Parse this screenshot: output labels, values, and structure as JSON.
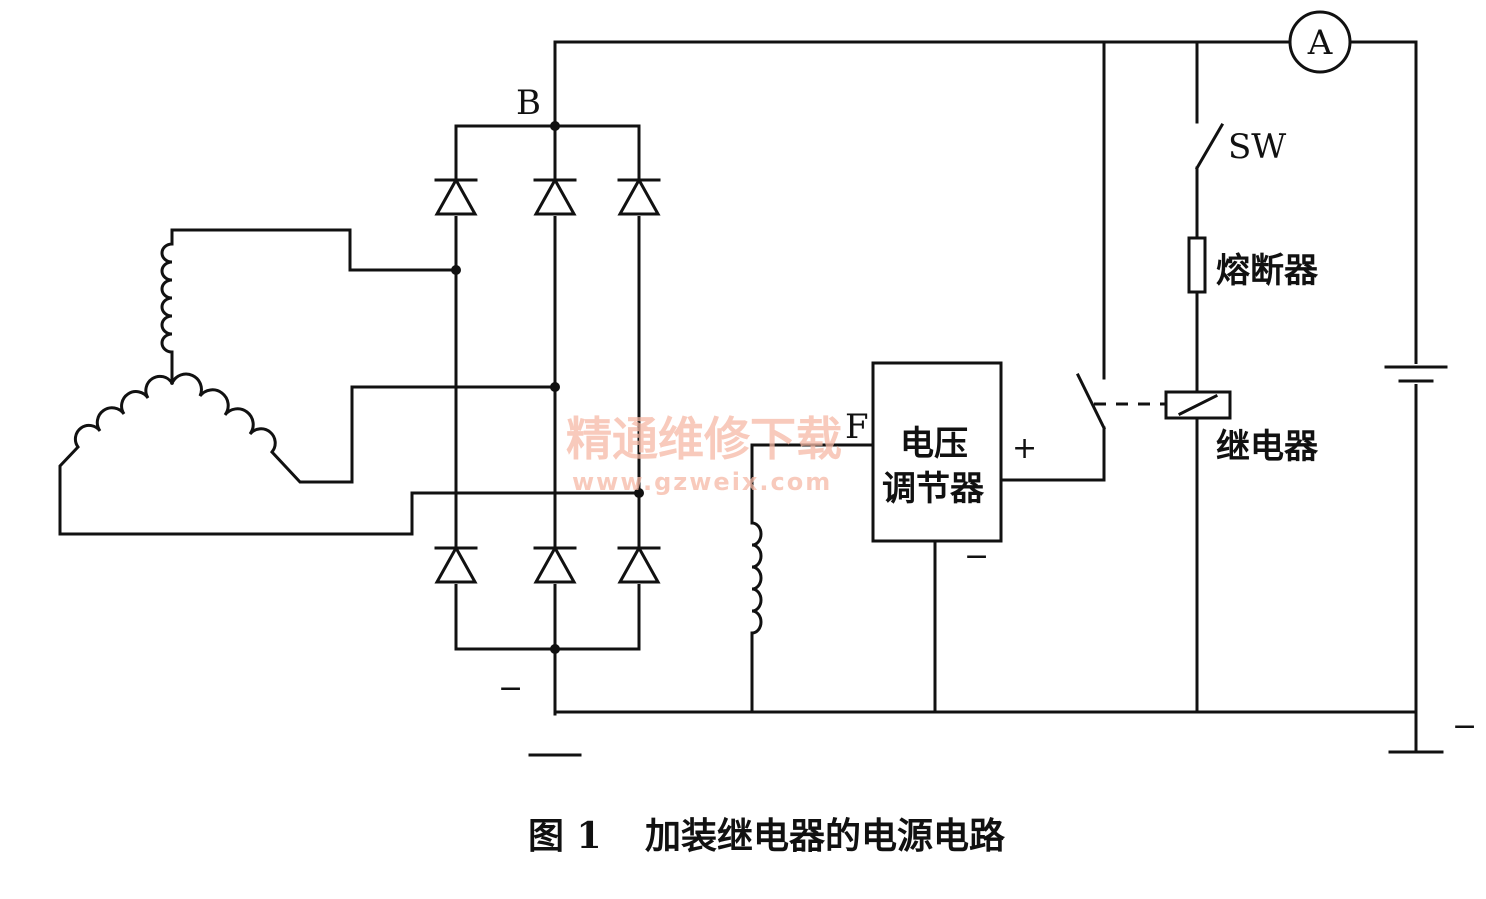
{
  "labels": {
    "node_b": "B",
    "switch": "SW",
    "fuse": "熔断器",
    "relay": "继电器",
    "ammeter": "A",
    "field": "F",
    "regulator_line1": "电压",
    "regulator_line2": "调节器",
    "reg_plus": "+",
    "reg_minus": "−",
    "bridge_minus": "−",
    "battery_minus": "−"
  },
  "watermark": {
    "text": "精通维修下载",
    "url": "www.gzweix.com"
  },
  "caption": {
    "figure_no": "图 1",
    "title": "加装继电器的电源电路"
  },
  "colors": {
    "ink": "#111111",
    "watermark": "#f6b9a6"
  }
}
